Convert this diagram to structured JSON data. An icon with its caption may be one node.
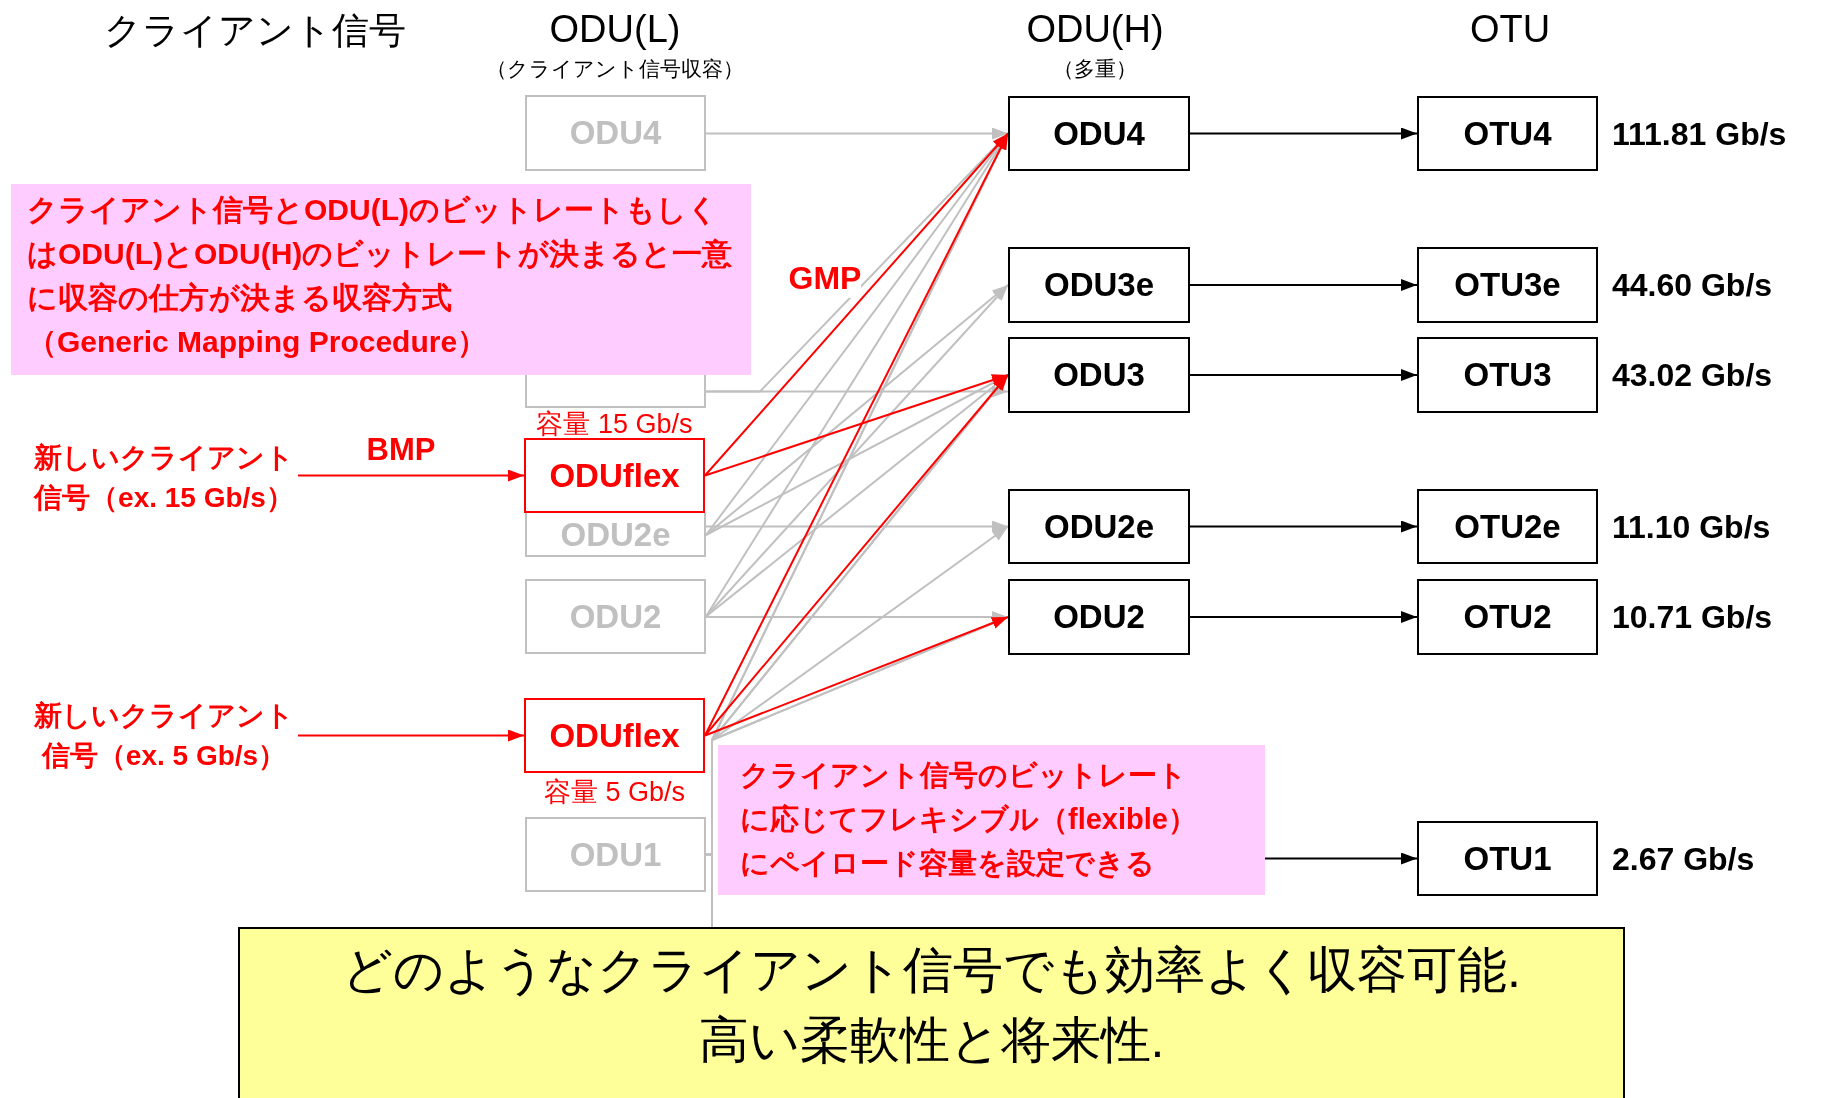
{
  "diagram": {
    "nodes": [
      {
        "text": [
          "ODU4"
        ]
      },
      {
        "text": [
          "ODU4"
        ]
      },
      {
        "text": [
          "OTU4"
        ],
        "beside": [
          "111.81 Gb/s"
        ]
      },
      {
        "text": [
          "クライアント信号とODU(L)のビットレートもしくはODU(L)とODU(H)のビットレートが決まると一意に収容の仕方が決まる収容方式",
          "（Generic Mapping Procedure）"
        ]
      },
      {
        "text": [
          "ODU3e"
        ]
      },
      {
        "text": [
          "OTU3e"
        ],
        "beside": [
          "44.60 Gb/s"
        ]
      },
      {
        "text": [],
        "shape": "box"
      },
      {
        "text": [
          "ODU3"
        ]
      },
      {
        "text": [
          "OTU3"
        ],
        "beside": [
          "43.02 Gb/s"
        ]
      },
      {
        "text": [
          "新しいクライアント信号（ex. 15 Gb/s）"
        ]
      },
      {
        "text": [
          "ODUflex"
        ],
        "beside": [
          "容量 15 Gb/s"
        ]
      },
      {
        "text": [
          "ODU2e"
        ]
      },
      {
        "text": [
          "ODU2e"
        ]
      },
      {
        "text": [
          "OTU2e"
        ],
        "beside": [
          "11.10 Gb/s"
        ]
      },
      {
        "text": [
          "ODU2"
        ]
      },
      {
        "text": [
          "ODU2"
        ]
      },
      {
        "text": [
          "OTU2"
        ],
        "beside": [
          "10.71 Gb/s"
        ]
      },
      {
        "text": [
          "新しいクライアント信号（ex. 5 Gb/s）"
        ]
      },
      {
        "text": [
          "ODUflex"
        ],
        "beside": [
          "容量 5 Gb/s"
        ]
      },
      {
        "text": [
          "クライアント信号のビットレートに応じてフレキシブル（flexible）にペイロード容量を設定できる"
        ]
      },
      {
        "text": [
          "ODU1"
        ]
      },
      {
        "text": [
          "OTU1"
        ],
        "beside": [
          "2.67 Gb/s"
        ]
      },
      {
        "text": [
          "どのようなクライアント信号でも効率よく収容可能.",
          "高い柔軟性と将来性."
        ]
      }
    ],
    "edges": [
      {
        "from": 0,
        "to": 1,
        "arrow": "to"
      },
      {
        "from": 6,
        "to": 1,
        "arrow": "to"
      },
      {
        "from": 6,
        "to": 7,
        "arrow": "to"
      },
      {
        "from": 11,
        "to": 1,
        "arrow": "to"
      },
      {
        "from": 11,
        "to": 4,
        "arrow": "to"
      },
      {
        "from": 11,
        "to": 7,
        "arrow": "to"
      },
      {
        "from": 11,
        "to": 12,
        "arrow": "to"
      },
      {
        "from": 14,
        "to": 1,
        "arrow": "to"
      },
      {
        "from": 14,
        "to": 4,
        "arrow": "to"
      },
      {
        "from": 14,
        "to": 7,
        "arrow": "to"
      },
      {
        "from": 14,
        "to": 15,
        "arrow": "to"
      },
      {
        "from": 20,
        "to": 1,
        "arrow": "to"
      },
      {
        "from": 20,
        "to": 7,
        "arrow": "to"
      },
      {
        "from": 20,
        "to": 12,
        "arrow": "to"
      },
      {
        "from": 20,
        "to": 15,
        "arrow": "to"
      },
      {
        "from": 22,
        "to": 1,
        "arrow": "to"
      },
      {
        "from": 22,
        "to": 7,
        "arrow": "to"
      },
      {
        "from": 22,
        "to": 15,
        "arrow": "to"
      },
      {
        "from": 9,
        "to": 10,
        "arrow": "to",
        "label": "BMP",
        "color": "#ff0000"
      },
      {
        "from": 10,
        "to": 1,
        "arrow": "to",
        "color": "#ff0000"
      },
      {
        "from": 10,
        "to": 7,
        "arrow": "to",
        "color": "#ff0000"
      },
      {
        "from": 17,
        "to": 18,
        "arrow": "to",
        "color": "#ff0000"
      },
      {
        "from": 18,
        "to": 1,
        "arrow": "to",
        "color": "#ff0000"
      },
      {
        "from": 18,
        "to": 7,
        "arrow": "to",
        "color": "#ff0000"
      },
      {
        "from": 18,
        "to": 15,
        "arrow": "to",
        "color": "#ff0000"
      },
      {
        "from": 1,
        "to": 2,
        "arrow": "to",
        "color": "#000000"
      },
      {
        "from": 4,
        "to": 5,
        "arrow": "to",
        "color": "#000000"
      },
      {
        "from": 7,
        "to": 8,
        "arrow": "to",
        "color": "#000000"
      },
      {
        "from": 12,
        "to": 13,
        "arrow": "to",
        "color": "#000000"
      },
      {
        "from": 15,
        "to": 16,
        "arrow": "to",
        "color": "#000000"
      },
      {
        "from": 19,
        "to": 21,
        "arrow": "to",
        "color": "#000000"
      }
    ],
    "labels": [
      "クライアント信号",
      "ODU(L)",
      "（クライアント信号収容）",
      "ODU(H)",
      "（多重）",
      "OTU",
      "GMP"
    ]
  }
}
